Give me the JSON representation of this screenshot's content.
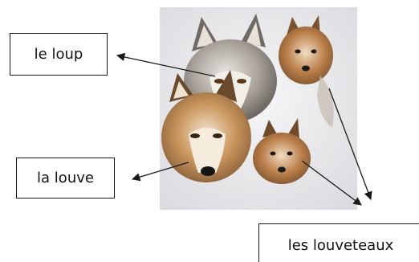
{
  "labels": {
    "wolf": "le loup",
    "she_wolf": "la louve",
    "cubs": "les louveteaux"
  },
  "photo": {
    "subject_icon": "wolf-family-illustration"
  },
  "colors": {
    "arrow": "#1a1a1a",
    "box_border": "#1a1a1a",
    "text": "#111111",
    "photo_background": "#ecebee",
    "grey_fur": "#8f8a85",
    "tan_fur": "#c28c55"
  }
}
